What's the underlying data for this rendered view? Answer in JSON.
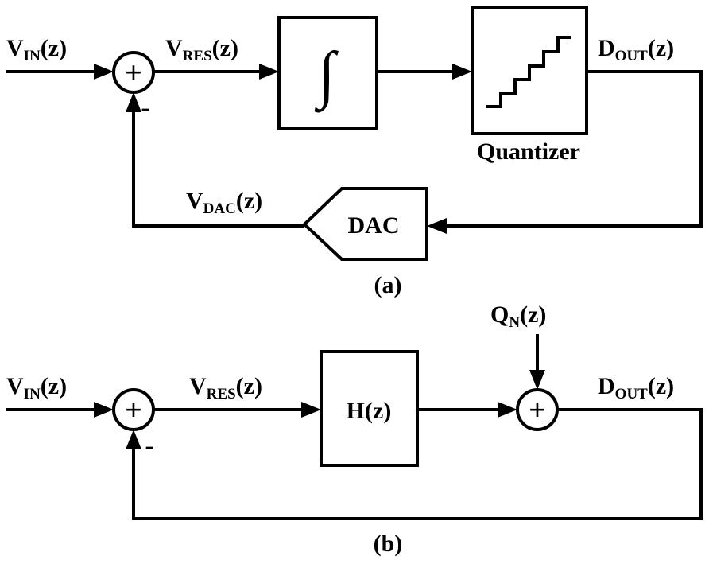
{
  "diagram_a": {
    "input": {
      "prefix": "V",
      "sub": "IN",
      "suffix": "(z)"
    },
    "residue": {
      "prefix": "V",
      "sub": "RES",
      "suffix": "(z)"
    },
    "output": {
      "prefix": "D",
      "sub": "OUT",
      "suffix": "(z)"
    },
    "feedback": {
      "prefix": "V",
      "sub": "DAC",
      "suffix": "(z)"
    },
    "sum_plus": "+",
    "sum_minus": "-",
    "integrator_symbol": "∫",
    "quantizer_label": "Quantizer",
    "dac_label": "DAC",
    "caption": "(a)"
  },
  "diagram_b": {
    "input": {
      "prefix": "V",
      "sub": "IN",
      "suffix": "(z)"
    },
    "residue": {
      "prefix": "V",
      "sub": "RES",
      "suffix": "(z)"
    },
    "output": {
      "prefix": "D",
      "sub": "OUT",
      "suffix": "(z)"
    },
    "noise": {
      "prefix": "Q",
      "sub": "N",
      "suffix": "(z)"
    },
    "sum1_plus": "+",
    "sum1_minus": "-",
    "sum2_plus": "+",
    "filter_label": "H(z)",
    "caption": "(b)"
  }
}
